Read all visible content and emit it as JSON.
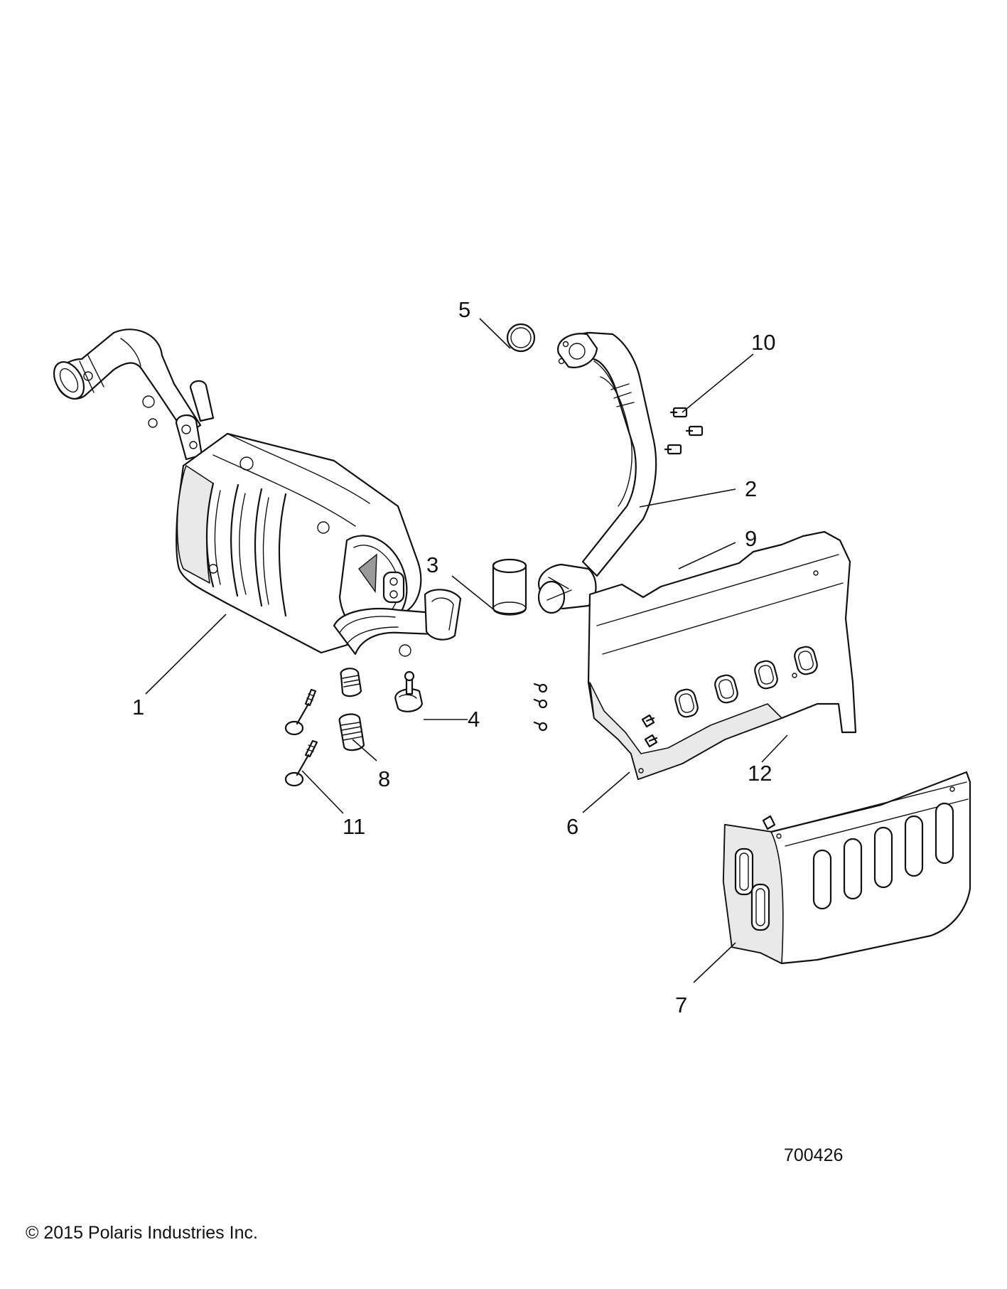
{
  "diagram": {
    "callouts": [
      "1",
      "2",
      "3",
      "4",
      "5",
      "6",
      "7",
      "8",
      "9",
      "10",
      "11",
      "12"
    ],
    "drawing_id": "700426",
    "copyright": "© 2015 Polaris Industries Inc."
  }
}
